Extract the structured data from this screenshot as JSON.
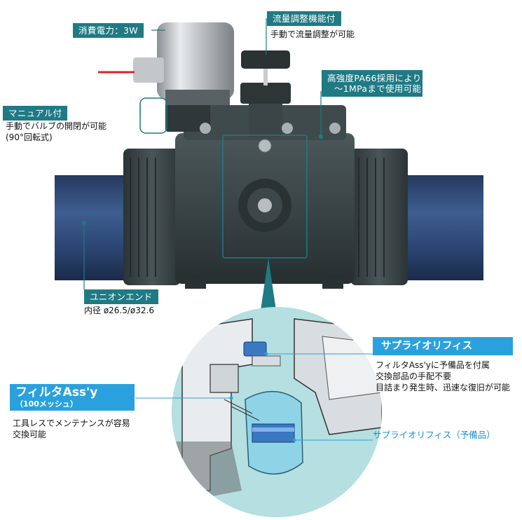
{
  "callouts": {
    "power": {
      "label": "消費電力：3W"
    },
    "flow": {
      "label": "流量調整機能付",
      "desc": "手動で流量調整が可能"
    },
    "strength": {
      "label_line1": "高強度PA66採用により",
      "label_line2": "〜1MPaまで使用可能"
    },
    "manual": {
      "label": "マニュアル付",
      "desc_line1": "手動でバルブの開閉が可能",
      "desc_line2": "(90°回転式)"
    },
    "union": {
      "label": "ユニオンエンド",
      "desc": "内径 ø26.5/ø32.6"
    },
    "supply": {
      "label": "サプライオリフィス",
      "desc_line1": "フィルタAss'yに予備品を付属",
      "desc_line2": "交換部品の手配不要",
      "desc_line3": "目詰まり発生時、迅速な復旧が可能"
    },
    "filter": {
      "label": "フィルタAss'y",
      "sub": "（100メッシュ）",
      "desc_line1": "工具レスでメンテナンスが容易",
      "desc_line2": "交換可能"
    },
    "supply_spare": {
      "label": "サプライオリフィス（予備品）"
    }
  },
  "colors": {
    "teal": "#1f7a84",
    "blue": "#2aa1de",
    "valve_body": "#3a4446",
    "pipe": "#2f4a78",
    "cross_section_bg": "#b5dfe0"
  }
}
